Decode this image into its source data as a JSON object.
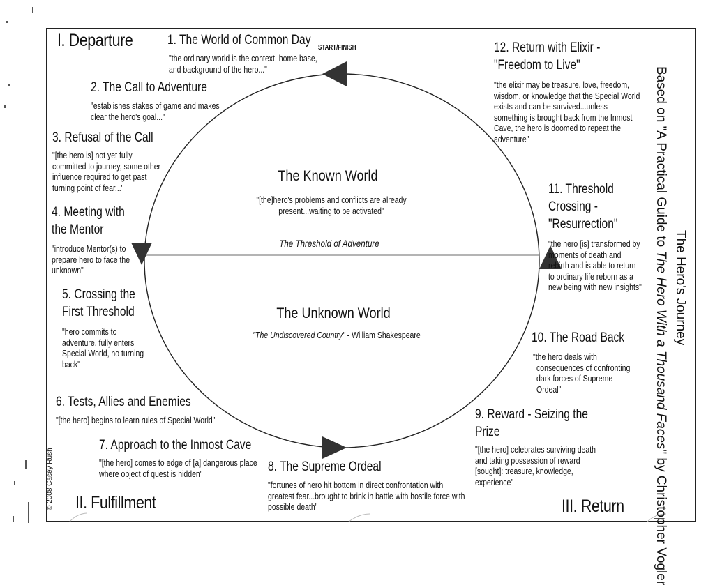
{
  "sections": {
    "departure": "I. Departure",
    "fulfillment": "II. Fulfillment",
    "return": "III. Return"
  },
  "start_finish": "START/FINISH",
  "stages": [
    {
      "title": "1. The World of Common Day",
      "quote": [
        "\"the ordinary world is the context, home base,",
        "and background of the hero...\""
      ]
    },
    {
      "title": "2. The Call to Adventure",
      "quote": [
        "\"establishes stakes of game and makes",
        "clear the hero's goal...\""
      ]
    },
    {
      "title": "3. Refusal of the Call",
      "quote": [
        "\"[the hero is] not yet fully",
        "committed to journey, some other",
        "influence required to get past",
        "turning point of fear...\""
      ]
    },
    {
      "title": [
        "4.  Meeting with",
        "the Mentor"
      ],
      "quote": [
        "\"introduce Mentor(s) to",
        "prepare hero to face the",
        "unknown\""
      ]
    },
    {
      "title": [
        "5. Crossing the",
        "First Threshold"
      ],
      "quote": [
        "\"hero commits to",
        "adventure, fully enters",
        "Special World, no turning",
        "back\""
      ]
    },
    {
      "title": "6. Tests, Allies and Enemies",
      "quote": [
        "\"[the hero] begins to learn rules of Special World\""
      ]
    },
    {
      "title": "7. Approach to the Inmost Cave",
      "quote": [
        "\"[the hero] comes to edge of [a] dangerous place",
        "where object of quest is hidden\""
      ]
    },
    {
      "title": "8. The Supreme Ordeal",
      "quote": [
        "\"fortunes of hero hit bottom in direct confrontation with",
        "greatest fear...brought to brink in battle with hostile force with",
        "possible death\""
      ]
    },
    {
      "title": [
        "9. Reward - Seizing the",
        "Prize"
      ],
      "quote": [
        "\"[the hero] celebrates surviving death",
        "and taking possession of reward",
        "[sought]: treasure, knowledge,",
        "experience\""
      ]
    },
    {
      "title": "10. The Road Back",
      "quote": [
        "\"the hero deals with",
        "consequences of confronting",
        "dark forces of Supreme",
        "Ordeal\""
      ]
    },
    {
      "title": [
        "11.  Threshold",
        "Crossing -",
        "\"Resurrection\""
      ],
      "quote": [
        "\"the hero [is] transformed by",
        "moments of death and",
        "rebirth and is able to return",
        "to ordinary life reborn as a",
        "new being with new insights\""
      ]
    },
    {
      "title": [
        "12. Return with Elixir -",
        "\"Freedom to Live\""
      ],
      "quote": [
        "\"the elixir may be treasure, love, freedom,",
        "wisdom, or knowledge that the Special World",
        "exists and can be survived...unless",
        "something is brought back from the Inmost",
        "Cave, the hero is doomed to repeat the",
        "adventure\""
      ]
    }
  ],
  "known_world": {
    "title": "The Known World",
    "quote": [
      "\"[the]hero's problems and conflicts are already",
      "present...waiting to be activated\""
    ]
  },
  "threshold_label": "The Threshold of Adventure",
  "unknown_world": {
    "title": "The Unknown World",
    "quote_italic": "\"The Undiscovered Country\"",
    "quote_author": " - William Shakespeare"
  },
  "side_title": {
    "line1": "The Hero's Journey",
    "line2_prefix": "Based on \"A Practical Guide to ",
    "line2_italic": "The Hero With a Thousand Faces",
    "line2_suffix": "\" by Christopher Vogler"
  },
  "copyright": "© 2008 Casey Rush"
}
